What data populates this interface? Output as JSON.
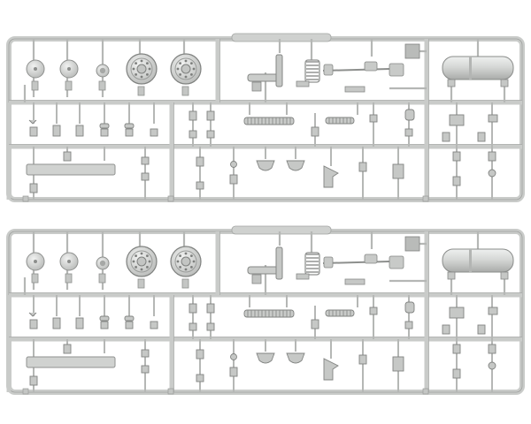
{
  "image": {
    "kind": "model-kit-sprue-photo",
    "sprue_count": 2,
    "background_color": "#ffffff",
    "plastic_color": "#d3d5d3",
    "plastic_edge_color": "#9a9c9a",
    "plastic_shadow_color": "#b7b9b7",
    "plastic_highlight_color": "#eceeed"
  },
  "sprues": [
    {
      "id": "upper"
    },
    {
      "id": "lower"
    }
  ]
}
